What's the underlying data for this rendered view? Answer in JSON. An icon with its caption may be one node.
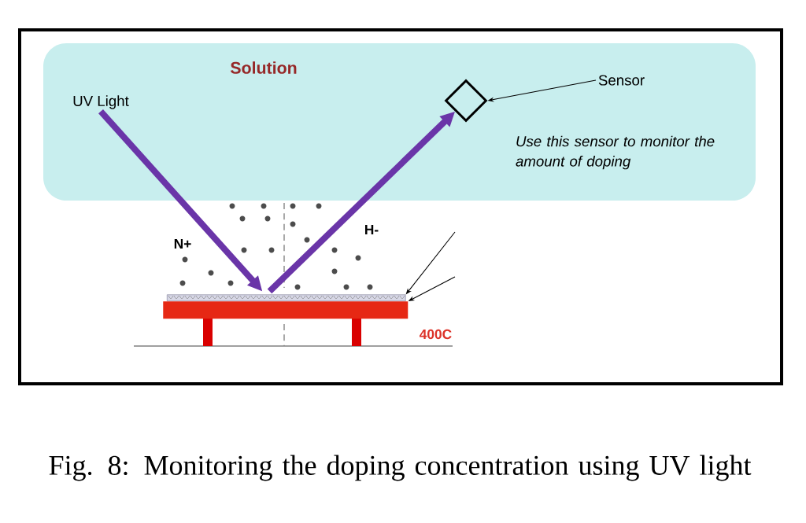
{
  "diagram": {
    "caption": "Fig. 8: Monitoring the doping concentration using UV light",
    "nodes": [
      {
        "text": [
          "Solution"
        ]
      },
      {
        "text": [
          "UV Light"
        ],
        "in": 0
      },
      {
        "text": [],
        "shape": "bar"
      },
      {
        "text": [],
        "shape": "diamond",
        "in": 0
      },
      {
        "text": [
          "Sensor"
        ],
        "in": 0
      },
      {
        "text": [],
        "shape": "bar",
        "beside": [
          "400C"
        ]
      }
    ],
    "edges": [
      {
        "from": 1,
        "to": 2,
        "arrow": "to",
        "style": "thick",
        "color": "#6a35a8"
      },
      {
        "from": 2,
        "to": 3,
        "arrow": "to",
        "style": "thick",
        "color": "#6a35a8"
      },
      {
        "from": 4,
        "to": 3,
        "arrow": "to"
      },
      {
        "from": null,
        "to": 2,
        "arrow": "to"
      },
      {
        "from": null,
        "to": 5,
        "arrow": "to"
      }
    ],
    "labels": [
      "N+",
      "H-",
      "Use this sensor to monitor the amount of doping"
    ]
  }
}
